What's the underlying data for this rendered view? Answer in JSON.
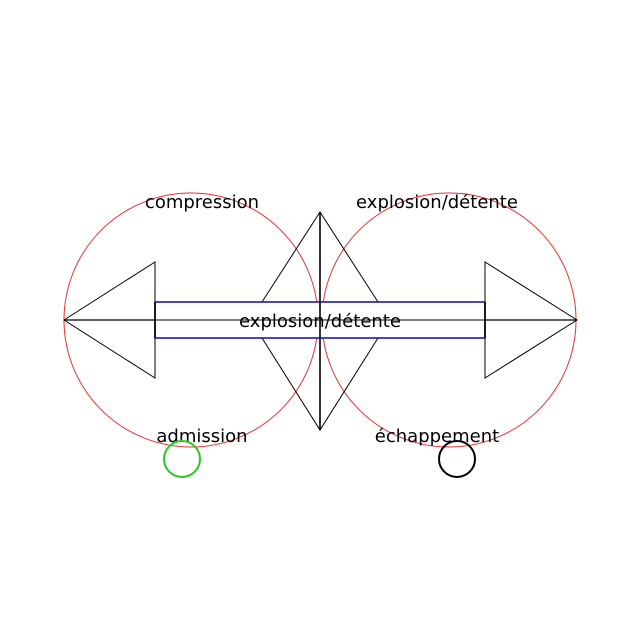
{
  "labels": {
    "top_left": "compression",
    "top_right": "explosion/détente",
    "center": "explosion/détente",
    "bottom_left": "admission",
    "bottom_right": "échappement"
  },
  "colors": {
    "circle": "#e53030",
    "bar": "#1a1aa8",
    "line": "#000000",
    "admission_marker": "#22cc22",
    "exhaust_marker": "#000000"
  }
}
